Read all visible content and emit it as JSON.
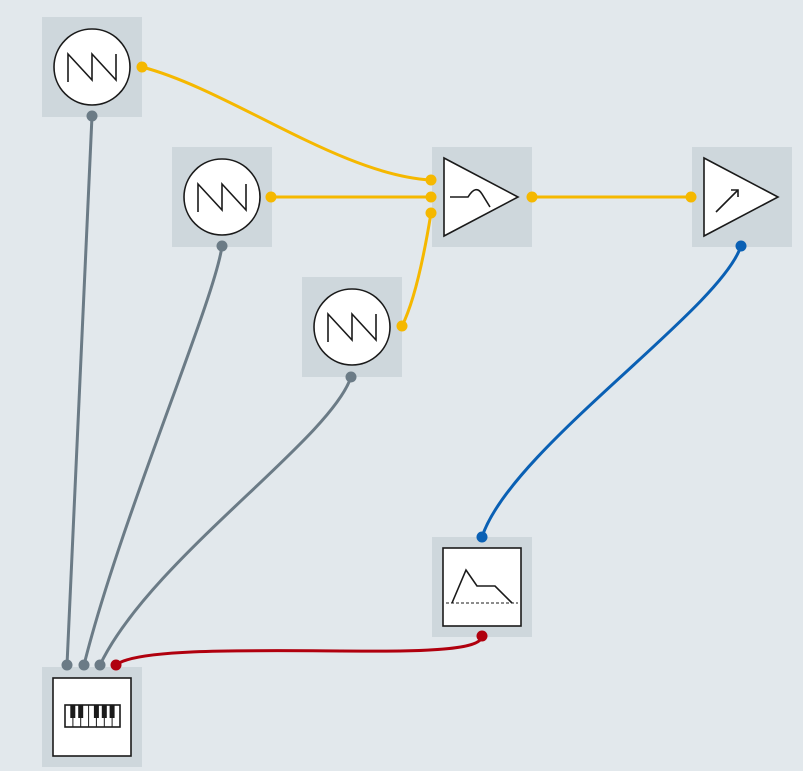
{
  "colors": {
    "background": "#e2e8ec",
    "module_bg": "#ced7dc",
    "audio_wire": "#f5b800",
    "pitch_wire": "#6b7b86",
    "modulation_wire": "#0a60b4",
    "gate_wire": "#b0000e"
  },
  "modules": [
    {
      "id": "oscillator-1",
      "kind": "oscillator",
      "icon": "sawtooth-wave-icon"
    },
    {
      "id": "oscillator-2",
      "kind": "oscillator",
      "icon": "sawtooth-wave-icon"
    },
    {
      "id": "oscillator-3",
      "kind": "oscillator",
      "icon": "sawtooth-wave-icon"
    },
    {
      "id": "filter",
      "kind": "filter",
      "icon": "lowpass-filter-icon"
    },
    {
      "id": "amplifier",
      "kind": "amplifier",
      "icon": "vca-amplifier-icon"
    },
    {
      "id": "envelope",
      "kind": "envelope",
      "icon": "adsr-envelope-icon"
    },
    {
      "id": "keyboard",
      "kind": "keyboard",
      "icon": "piano-keyboard-icon"
    }
  ],
  "connections": [
    {
      "from": "oscillator-1",
      "to": "filter",
      "signal": "audio"
    },
    {
      "from": "oscillator-2",
      "to": "filter",
      "signal": "audio"
    },
    {
      "from": "oscillator-3",
      "to": "filter",
      "signal": "audio"
    },
    {
      "from": "filter",
      "to": "amplifier",
      "signal": "audio"
    },
    {
      "from": "keyboard",
      "to": "oscillator-1",
      "signal": "pitch"
    },
    {
      "from": "keyboard",
      "to": "oscillator-2",
      "signal": "pitch"
    },
    {
      "from": "keyboard",
      "to": "oscillator-3",
      "signal": "pitch"
    },
    {
      "from": "keyboard",
      "to": "envelope",
      "signal": "gate"
    },
    {
      "from": "envelope",
      "to": "amplifier",
      "signal": "modulation"
    }
  ]
}
